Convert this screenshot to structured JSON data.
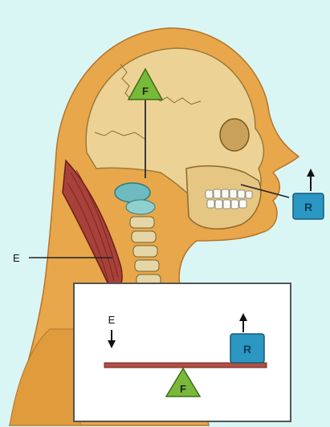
{
  "labels": {
    "fulcrum": "F",
    "effort": "E",
    "resistance": "R"
  },
  "inset": {
    "effort": "E",
    "resistance": "R",
    "fulcrum": "F"
  },
  "colors": {
    "background": "#d9f6f4",
    "skin": "#e8a74a",
    "bone": "#e9cf8f",
    "muscle": "#a8413a",
    "fulcrum": "#79b93a",
    "resistance_box": "#2c97c3",
    "lever_bar": "#b14f45"
  },
  "icons": {
    "effort_arrow": "arrow-down-icon",
    "resistance_arrow": "arrow-up-icon"
  }
}
